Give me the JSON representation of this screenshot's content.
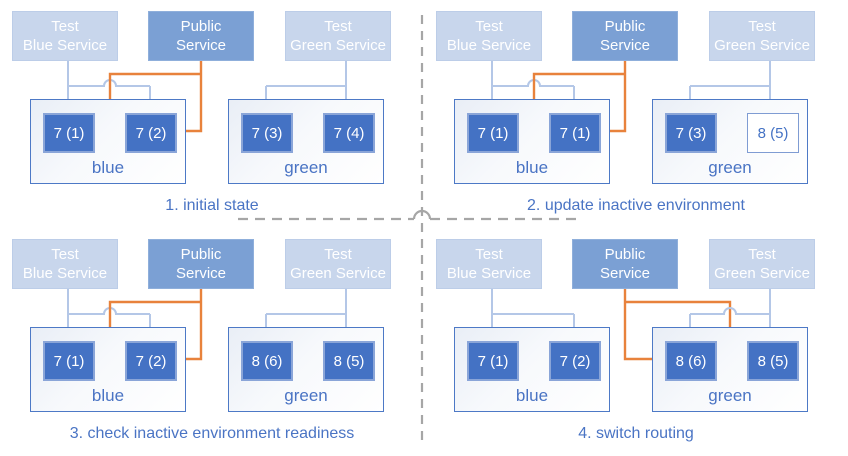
{
  "colors": {
    "box_light_blue": "#c8d6ec",
    "box_medium_blue": "#7ba0d4",
    "box_dark_blue": "#4472c4",
    "connector_light_blue": "#b4c7e7",
    "connector_orange": "#e8823c",
    "label_text_blue": "#4a74c4",
    "divider_gray": "#a6a6a6"
  },
  "panels": [
    {
      "caption": "1. initial state",
      "services": [
        {
          "line1": "Test",
          "line2": "Blue Service"
        },
        {
          "line1": "Public",
          "line2": "Service"
        },
        {
          "line1": "Test",
          "line2": "Green Service"
        }
      ],
      "environments": [
        {
          "label": "blue",
          "versions": [
            {
              "text": "7 (1)",
              "style": "solid"
            },
            {
              "text": "7 (2)",
              "style": "solid"
            }
          ]
        },
        {
          "label": "green",
          "versions": [
            {
              "text": "7 (3)",
              "style": "solid"
            },
            {
              "text": "7 (4)",
              "style": "solid"
            }
          ]
        }
      ],
      "public_service_routes_to": "blue"
    },
    {
      "caption": "2. update inactive environment",
      "services": [
        {
          "line1": "Test",
          "line2": "Blue Service"
        },
        {
          "line1": "Public",
          "line2": "Service"
        },
        {
          "line1": "Test",
          "line2": "Green Service"
        }
      ],
      "environments": [
        {
          "label": "blue",
          "versions": [
            {
              "text": "7 (1)",
              "style": "solid"
            },
            {
              "text": "7 (1)",
              "style": "solid"
            }
          ]
        },
        {
          "label": "green",
          "versions": [
            {
              "text": "7 (3)",
              "style": "solid"
            },
            {
              "text": "8 (5)",
              "style": "outline"
            }
          ]
        }
      ],
      "public_service_routes_to": "blue"
    },
    {
      "caption": "3. check inactive environment readiness",
      "services": [
        {
          "line1": "Test",
          "line2": "Blue Service"
        },
        {
          "line1": "Public",
          "line2": "Service"
        },
        {
          "line1": "Test",
          "line2": "Green Service"
        }
      ],
      "environments": [
        {
          "label": "blue",
          "versions": [
            {
              "text": "7 (1)",
              "style": "solid"
            },
            {
              "text": "7 (2)",
              "style": "solid"
            }
          ]
        },
        {
          "label": "green",
          "versions": [
            {
              "text": "8 (6)",
              "style": "solid"
            },
            {
              "text": "8 (5)",
              "style": "solid"
            }
          ]
        }
      ],
      "public_service_routes_to": "blue"
    },
    {
      "caption": "4. switch routing",
      "services": [
        {
          "line1": "Test",
          "line2": "Blue Service"
        },
        {
          "line1": "Public",
          "line2": "Service"
        },
        {
          "line1": "Test",
          "line2": "Green Service"
        }
      ],
      "environments": [
        {
          "label": "blue",
          "versions": [
            {
              "text": "7 (1)",
              "style": "solid"
            },
            {
              "text": "7 (2)",
              "style": "solid"
            }
          ]
        },
        {
          "label": "green",
          "versions": [
            {
              "text": "8 (6)",
              "style": "solid"
            },
            {
              "text": "8 (5)",
              "style": "solid"
            }
          ]
        }
      ],
      "public_service_routes_to": "green"
    }
  ]
}
